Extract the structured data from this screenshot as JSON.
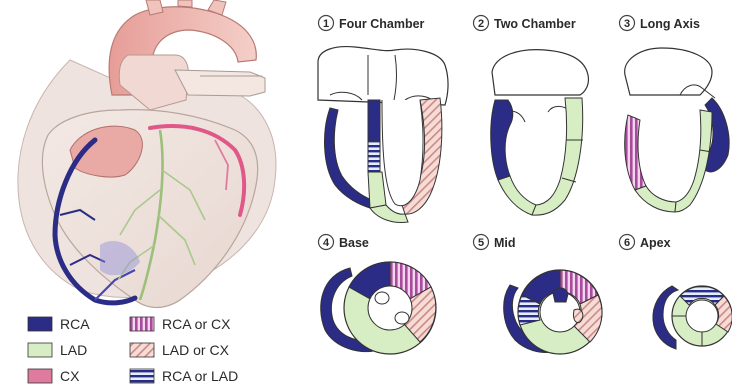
{
  "colors": {
    "rca": "#2b2c86",
    "lad": "#d7edc3",
    "cx": "#e07ba0",
    "rca_or_cx": "#a94b9c",
    "lad_or_cx": "#f2c9c3",
    "outline": "#333333"
  },
  "views": [
    {
      "number": "1",
      "title": "Four Chamber"
    },
    {
      "number": "2",
      "title": "Two Chamber"
    },
    {
      "number": "3",
      "title": "Long Axis"
    },
    {
      "number": "4",
      "title": "Base"
    },
    {
      "number": "5",
      "title": "Mid"
    },
    {
      "number": "6",
      "title": "Apex"
    }
  ],
  "legend": [
    {
      "label": "RCA",
      "swatch": "rca"
    },
    {
      "label": "LAD",
      "swatch": "lad"
    },
    {
      "label": "CX",
      "swatch": "cx"
    },
    {
      "label": "RCA or CX",
      "swatch": "rca_or_cx"
    },
    {
      "label": "LAD or CX",
      "swatch": "lad_or_cx"
    },
    {
      "label": "RCA or LAD",
      "swatch": "rca_or_lad"
    }
  ]
}
